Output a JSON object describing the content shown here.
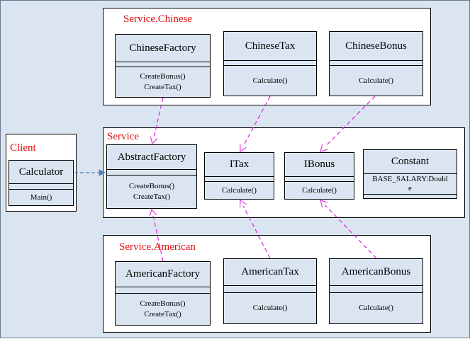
{
  "packages": {
    "chinese": "Service.Chinese",
    "service": "Service",
    "client": "Client",
    "american": "Service.American"
  },
  "classes": {
    "chinese_factory": {
      "name": "ChineseFactory",
      "ops": [
        "CreateBonus()",
        "CreateTax()"
      ]
    },
    "chinese_tax": {
      "name": "ChineseTax",
      "ops": [
        "Calculate()"
      ]
    },
    "chinese_bonus": {
      "name": "ChineseBonus",
      "ops": [
        "Calculate()"
      ]
    },
    "abstract_factory": {
      "name": "AbstractFactory",
      "ops": [
        "CreateBonus()",
        "CreateTax()"
      ]
    },
    "itax": {
      "name": "ITax",
      "ops": [
        "Calculate()"
      ]
    },
    "ibonus": {
      "name": "IBonus",
      "ops": [
        "Calculate()"
      ]
    },
    "constant": {
      "name": "Constant",
      "attrs": [
        "BASE_SALARY:Doubl",
        "e"
      ]
    },
    "calculator": {
      "name": "Calculator",
      "ops": [
        "Main()"
      ]
    },
    "american_factory": {
      "name": "AmericanFactory",
      "ops": [
        "CreateBonus()",
        "CreateTax()"
      ]
    },
    "american_tax": {
      "name": "AmericanTax",
      "ops": [
        "Calculate()"
      ]
    },
    "american_bonus": {
      "name": "AmericanBonus",
      "ops": [
        "Calculate()"
      ]
    }
  },
  "colors": {
    "package_label": "#e01010",
    "realization": "#e020e0",
    "dependency": "#4f81bd",
    "class_fill": "#dbe5f1",
    "background": "#dbe5f1"
  }
}
